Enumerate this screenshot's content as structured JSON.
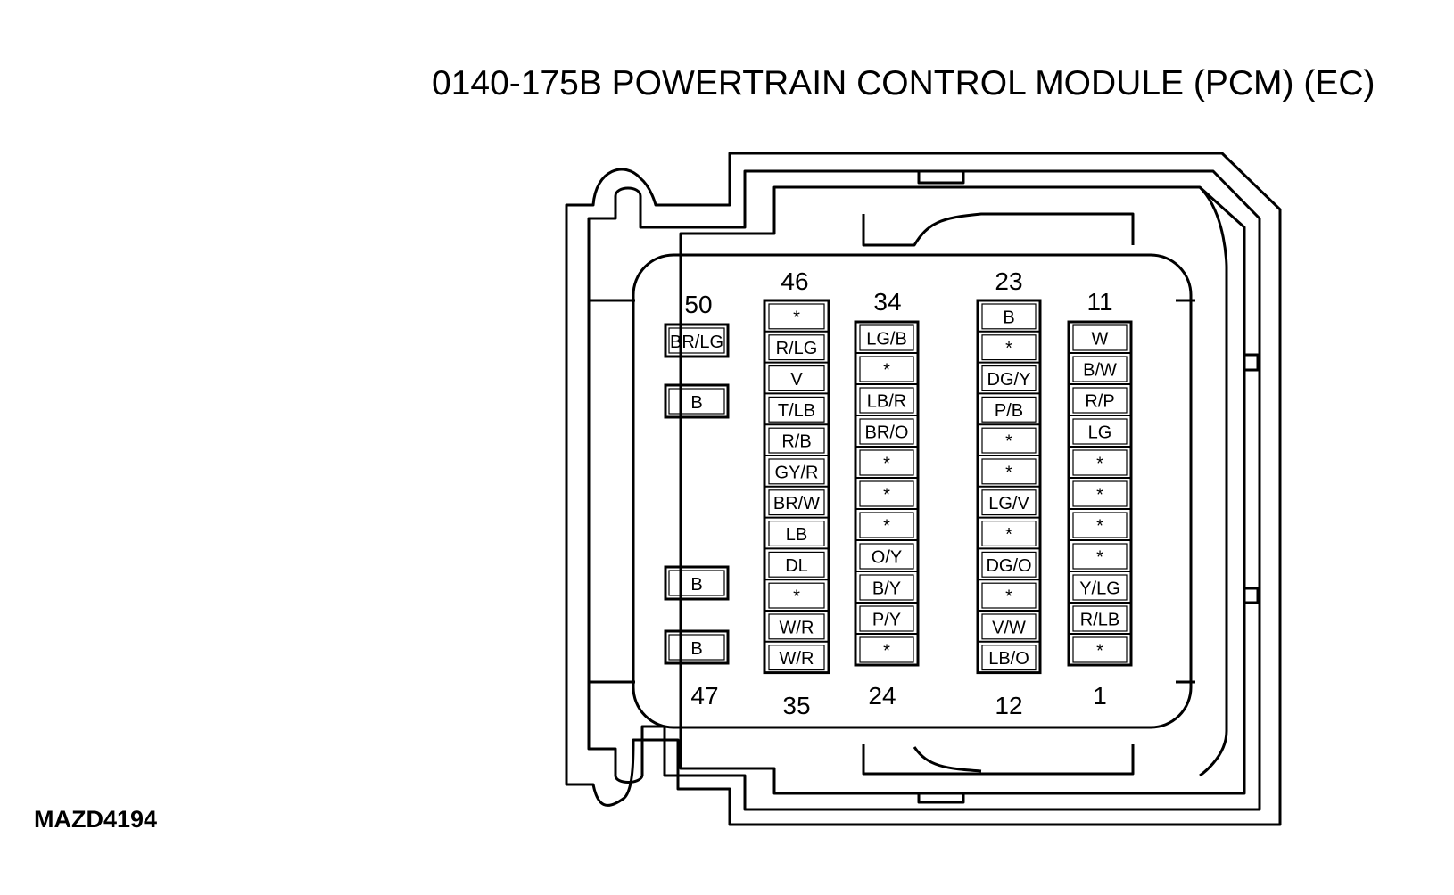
{
  "title": "0140-175B POWERTRAIN CONTROL MODULE (PCM) (EC)",
  "figure_id": "MAZD4194",
  "column_labels": {
    "col1": {
      "top": "50",
      "bottom": "47"
    },
    "col2": {
      "top": "46",
      "bottom": "35"
    },
    "col3": {
      "top": "34",
      "bottom": "24"
    },
    "col4": {
      "top": "23",
      "bottom": "12"
    },
    "col5": {
      "top": "11",
      "bottom": "1"
    }
  },
  "columns": {
    "col1": [
      "BR/LG",
      "B",
      "B",
      "B"
    ],
    "col2": [
      "*",
      "R/LG",
      "V",
      "T/LB",
      "R/B",
      "GY/R",
      "BR/W",
      "LB",
      "DL",
      "*",
      "W/R",
      "W/R"
    ],
    "col3": [
      "LG/B",
      "*",
      "LB/R",
      "BR/O",
      "*",
      "*",
      "*",
      "O/Y",
      "B/Y",
      "P/Y",
      "*"
    ],
    "col4": [
      "B",
      "*",
      "DG/Y",
      "P/B",
      "*",
      "*",
      "LG/V",
      "*",
      "DG/O",
      "*",
      "V/W",
      "LB/O"
    ],
    "col5": [
      "W",
      "B/W",
      "R/P",
      "LG",
      "*",
      "*",
      "*",
      "*",
      "Y/LG",
      "R/LB",
      "*"
    ]
  }
}
